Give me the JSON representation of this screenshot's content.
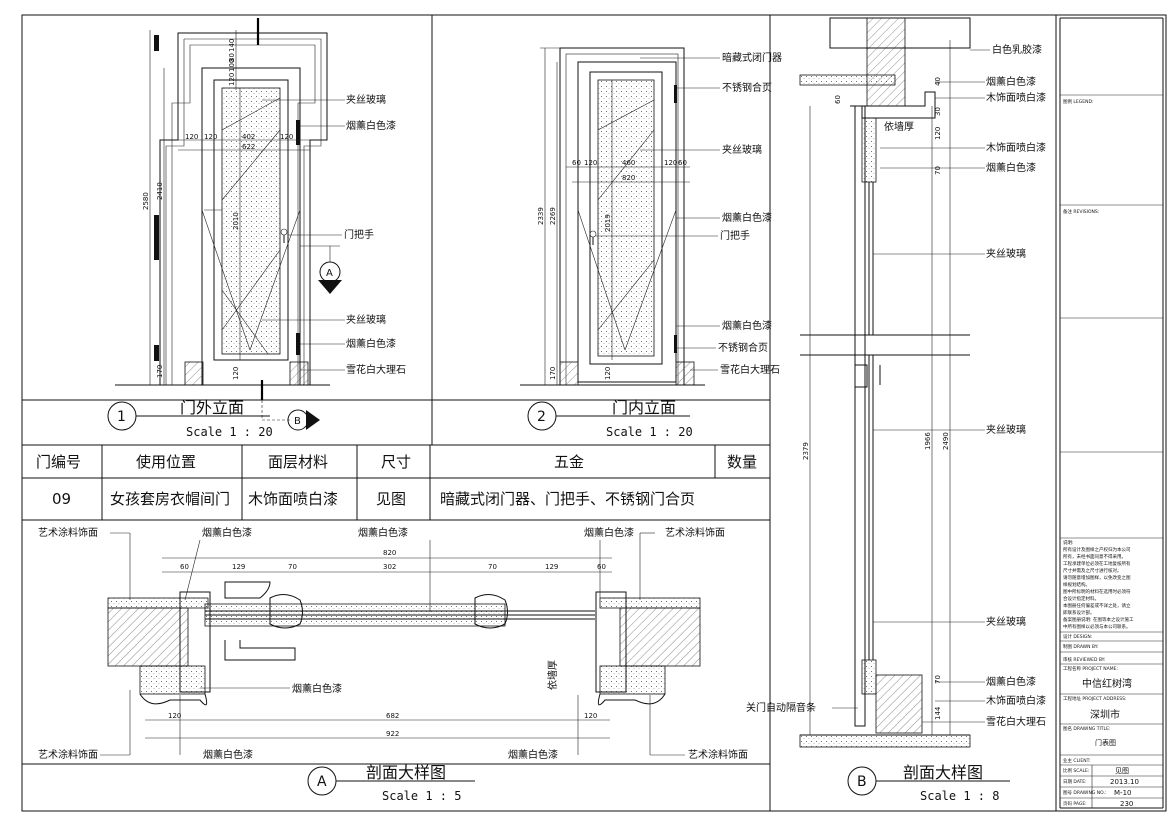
{
  "elevation_outside": {
    "number": "1",
    "title": "门外立面",
    "scale": "Scale 1 : 20",
    "callout_a": "A",
    "callout_b": "B",
    "dims": [
      "2580",
      "2410",
      "2010",
      "170",
      "120",
      "140",
      "80",
      "100",
      "120",
      "402",
      "622",
      "120",
      "120",
      "120"
    ],
    "labels": [
      "夹丝玻璃",
      "烟薰白色漆",
      "门把手",
      "夹丝玻璃",
      "烟薰白色漆",
      "雪花白大理石"
    ]
  },
  "elevation_inside": {
    "number": "2",
    "title": "门内立面",
    "scale": "Scale 1 : 20",
    "dims": [
      "2339",
      "2269",
      "2019",
      "170",
      "120",
      "60",
      "120",
      "460",
      "120",
      "60",
      "820"
    ],
    "labels": [
      "暗藏式闭门器",
      "不锈钢合页",
      "夹丝玻璃",
      "烟薰白色漆",
      "门把手",
      "烟薰白色漆",
      "不锈钢合页",
      "雪花白大理石"
    ]
  },
  "table": {
    "headers": [
      "门编号",
      "使用位置",
      "面层材料",
      "尺寸",
      "五金",
      "数量"
    ],
    "row": [
      "09",
      "女孩套房衣帽间门",
      "木饰面喷白漆",
      "见图",
      "暗藏式闭门器、门把手、不锈钢门合页",
      ""
    ]
  },
  "section_a": {
    "number": "A",
    "title": "剖面大样图",
    "scale": "Scale 1 : 5",
    "labels": {
      "art_paint_tl": "艺术涂料饰面",
      "smoke_white_1": "烟薰白色漆",
      "smoke_white_2": "烟薰白色漆",
      "smoke_white_3": "烟薰白色漆",
      "art_paint_tr": "艺术涂料饰面",
      "smoke_white_mid": "烟薰白色漆",
      "wall_thickness": "依墙厚",
      "art_paint_bl": "艺术涂料饰面",
      "smoke_white_b1": "烟薰白色漆",
      "smoke_white_b2": "烟薰白色漆",
      "art_paint_br": "艺术涂料饰面"
    },
    "dims": [
      "820",
      "60",
      "129",
      "70",
      "302",
      "70",
      "129",
      "60",
      "120",
      "682",
      "120",
      "922"
    ]
  },
  "section_b": {
    "number": "B",
    "title": "剖面大样图",
    "scale": "Scale 1 : 8",
    "labels": [
      "白色乳胶漆",
      "烟薰白色漆",
      "木饰面喷白漆",
      "依墙厚",
      "木饰面喷白漆",
      "烟薰白色漆",
      "夹丝玻璃",
      "夹丝玻璃",
      "夹丝玻璃",
      "烟薰白色漆",
      "木饰面喷白漆",
      "关门自动隔音条",
      "雪花白大理石"
    ],
    "dims": [
      "2379",
      "1966",
      "2490",
      "60",
      "40",
      "30",
      "120",
      "70",
      "70",
      "144"
    ]
  },
  "title_block": {
    "legend": "图例 LEGEND:",
    "revisions": "备注 REVISIONS:",
    "notes": [
      "说明:",
      "所有设计及图样之产权归为本公司",
      "所有，未经书面同意不得采用。",
      "工程承建单位必须在工地复核所有",
      "尺寸并需及之尺寸进行核对。",
      "请勿随意增加图样，以免改变之图",
      "样规划结构。",
      "图中所标明的材料在选用时必须符",
      "合设计指定材料。",
      "本图册任何偏差或不详之处，请立",
      "即联系设计部。",
      "备案图册说明: 在图等本之设计施工",
      "中所有图样以必须与本公司联系。"
    ],
    "design": "设计 DESIGN:",
    "drawn_by": "制图 DRAWN BY:",
    "reviewed_by": "审核 REVIEWED BY:",
    "project_name_label": "工程名称 PROJECT NAME:",
    "project_name": "中信红树湾",
    "project_address_label": "工程地址 PROJECT ADDRESS:",
    "project_address": "深圳市",
    "drawing_title_label": "图名 DRAWING TITLE:",
    "drawing_title": "门表图",
    "client_label": "业主 CLIENT:",
    "scale_label": "比例 SCALE:",
    "scale_value": "见图",
    "date_label": "日期 DATE:",
    "date_value": "2013.10",
    "drawing_no_label": "图号 DRAWING NO.:",
    "drawing_no_value": "M-10",
    "page_label": "页码 PAGE:",
    "page_value": "230"
  }
}
